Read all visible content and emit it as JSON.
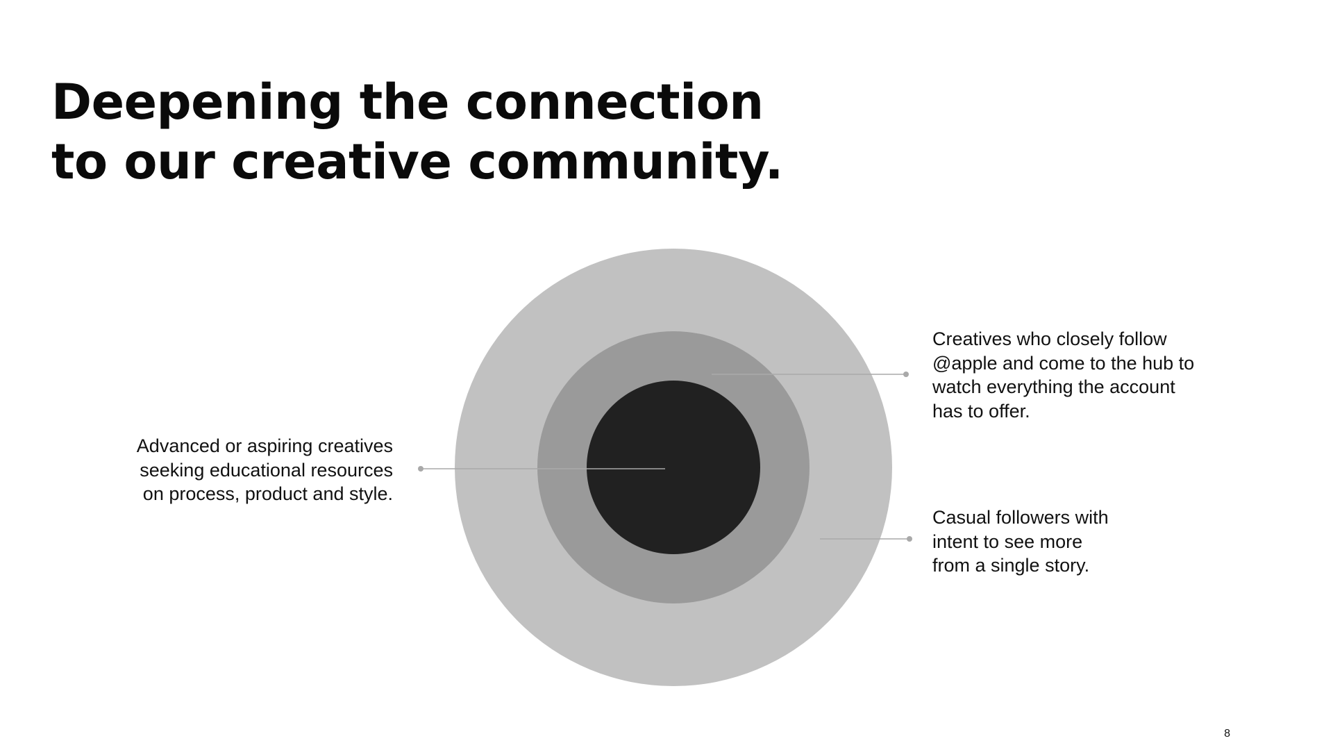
{
  "slide": {
    "title_lines": [
      "Deepening the connection",
      "to our creative community."
    ],
    "page_number": "8"
  },
  "diagram": {
    "rings": [
      {
        "name": "outer",
        "color": "#c1c1c1"
      },
      {
        "name": "middle",
        "color": "#9a9a9a"
      },
      {
        "name": "core",
        "color": "#212121"
      }
    ],
    "leader_line_color": "#a9a9a9",
    "callouts": {
      "core": [
        "Advanced or aspiring creatives",
        "seeking educational resources",
        "on process, product and style."
      ],
      "middle": [
        "Creatives who closely follow",
        "@apple and come to the hub to",
        "watch everything the account",
        "has to offer."
      ],
      "outer": [
        "Casual followers with",
        "intent to see more",
        "from a single story."
      ]
    }
  }
}
